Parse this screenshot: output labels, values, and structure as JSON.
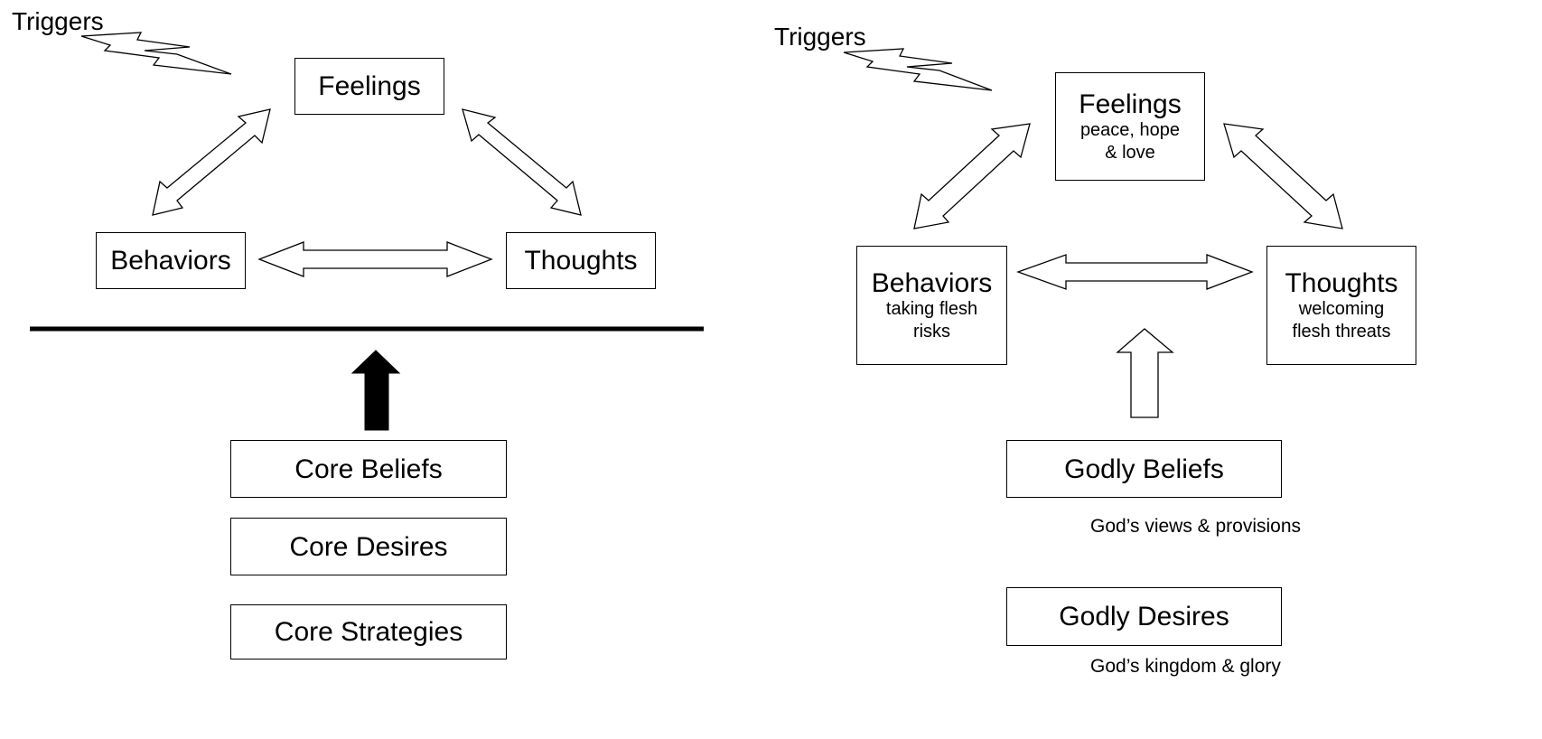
{
  "left": {
    "triggers": "Triggers",
    "feelings": "Feelings",
    "behaviors": "Behaviors",
    "thoughts": "Thoughts",
    "core_beliefs": "Core Beliefs",
    "core_desires": "Core Desires",
    "core_strategies": "Core Strategies"
  },
  "right": {
    "triggers": "Triggers",
    "feelings": {
      "title": "Feelings",
      "line1": "peace, hope",
      "line2": "& love"
    },
    "behaviors": {
      "title": "Behaviors",
      "line1": "taking flesh",
      "line2": "risks"
    },
    "thoughts": {
      "title": "Thoughts",
      "line1": "welcoming",
      "line2": "flesh threats"
    },
    "godly_beliefs": {
      "title": "Godly Beliefs",
      "caption": "God’s views & provisions"
    },
    "godly_desires": {
      "title": "Godly Desires",
      "caption": "God’s kingdom & glory"
    }
  },
  "icons": [
    "lightning-bolt-icon",
    "double-arrow-icon",
    "up-arrow-icon"
  ]
}
